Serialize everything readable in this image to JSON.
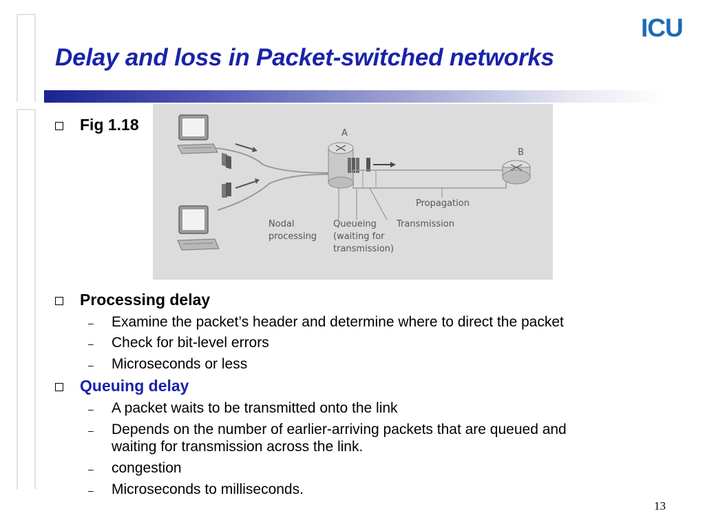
{
  "slide": {
    "title": "Delay and loss in Packet-switched networks",
    "logo": "ICU",
    "page_number": "13",
    "figure_caption": "Fig 1.18"
  },
  "figure": {
    "node_a": "A",
    "node_b": "B",
    "label_propagation": "Propagation",
    "label_nodal_1": "Nodal",
    "label_nodal_2": "processing",
    "label_queueing_1": "Queueing",
    "label_queueing_2": "(waiting for",
    "label_queueing_3": "transmission)",
    "label_transmission": "Transmission"
  },
  "bullets": [
    {
      "heading": "Processing delay",
      "items": [
        "Examine the packet’s header and determine where to direct the packet",
        "Check for bit-level errors",
        "Microseconds or less"
      ]
    },
    {
      "heading": "Queuing delay",
      "items": [
        "A packet waits to be transmitted onto the link",
        "Depends on the number of earlier-arriving packets that are queued and",
        "waiting for transmission across the link.",
        "congestion",
        "Microseconds to milliseconds."
      ]
    }
  ],
  "colors": {
    "title": "#1a23a8",
    "logo": "#1e6ab4"
  }
}
